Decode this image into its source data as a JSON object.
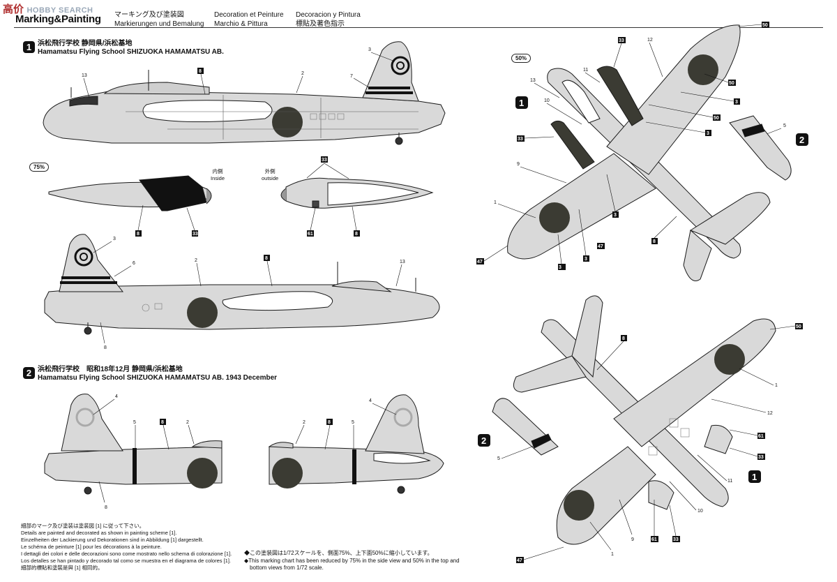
{
  "watermark": {
    "logo_text": "高价",
    "label": "HOBBY SEARCH"
  },
  "header": {
    "title": "Marking&Painting",
    "col1": [
      "マーキング及び塗装図",
      "Markierungen und Bemalung"
    ],
    "col2": [
      "Decoration et Peinture",
      "Marchio & Pittura"
    ],
    "col3": [
      "Decoracion y Pintura",
      "標貼及著色指示"
    ]
  },
  "scheme1": {
    "badge": "1",
    "line_jp": "浜松飛行学校 静岡県/浜松基地",
    "line_en": "Hamamatsu Flying School SHIZUOKA HAMAMATSU AB."
  },
  "scheme2": {
    "badge": "2",
    "line_jp": "浜松飛行学校　昭和18年12月 静岡県/浜松基地",
    "line_en": "Hamamatsu Flying School SHIZUOKA HAMAMATSU AB. 1943 December"
  },
  "scale_badges": {
    "nacelle": "75%",
    "planform": "50%"
  },
  "nacelle_labels": {
    "inside_jp": "内側",
    "inside_en": "Inside",
    "outside_jp": "外側",
    "outside_en": "outside"
  },
  "callouts": {
    "side1_top": [
      "13",
      "8",
      "2",
      "3",
      "7"
    ],
    "side1_bottom": [
      "3",
      "6",
      "2",
      "8",
      "13",
      "8"
    ],
    "nacelle_in": [
      "8",
      "33"
    ],
    "nacelle_out": [
      "33",
      "61",
      "8"
    ],
    "side2_left": [
      "4",
      "5",
      "8",
      "2",
      "8"
    ],
    "side2_right": [
      "2",
      "8",
      "5",
      "4"
    ],
    "top_view": [
      "50",
      "33",
      "12",
      "11",
      "50",
      "13",
      "3",
      "10",
      "50",
      "3",
      "33",
      "5",
      "9",
      "3",
      "1",
      "8",
      "47",
      "3",
      "47",
      "3"
    ],
    "bottom_view": [
      "8",
      "50",
      "1",
      "12",
      "61",
      "33",
      "11",
      "10",
      "9",
      "61",
      "33",
      "1",
      "47",
      "5"
    ]
  },
  "scheme_markers": {
    "top_scheme": "1",
    "inset_top_scheme": "2",
    "inset_bottom_scheme": "2",
    "bottom_scheme": "1"
  },
  "notes": [
    "細部のマーク及び塗装は塗装図 [1] に従って下さい。",
    "Details are painted and decorated as shown in painting scheme [1].",
    "Einzelheiten der Lackierung und Dekorationen sind in Abbildung [1] dargestellt.",
    "Le schéma de peinture [1] pour les décorations à la peinture.",
    "I dettagli dei colori e delle decorazioni sono come mostrato nello schema di colorazione [1].",
    "Los detalles se han pintado y decorado tal como se muestra en el diagrama de colores [1].",
    "細部的標貼和塗裝是與 [1] 相同的。"
  ],
  "footnote": [
    "◆この塗装図は1/72スケールを、側面75%、上下面50%に縮小しています。",
    "◆This marking chart has been reduced by 75% in the side view and 50% in the top and",
    "bottom views from 1/72 scale."
  ],
  "colors": {
    "hinomaru": "#3b3b33",
    "body": "#d9d9d9",
    "line": "#1a1a1a",
    "dark": "#1c1c1c"
  }
}
